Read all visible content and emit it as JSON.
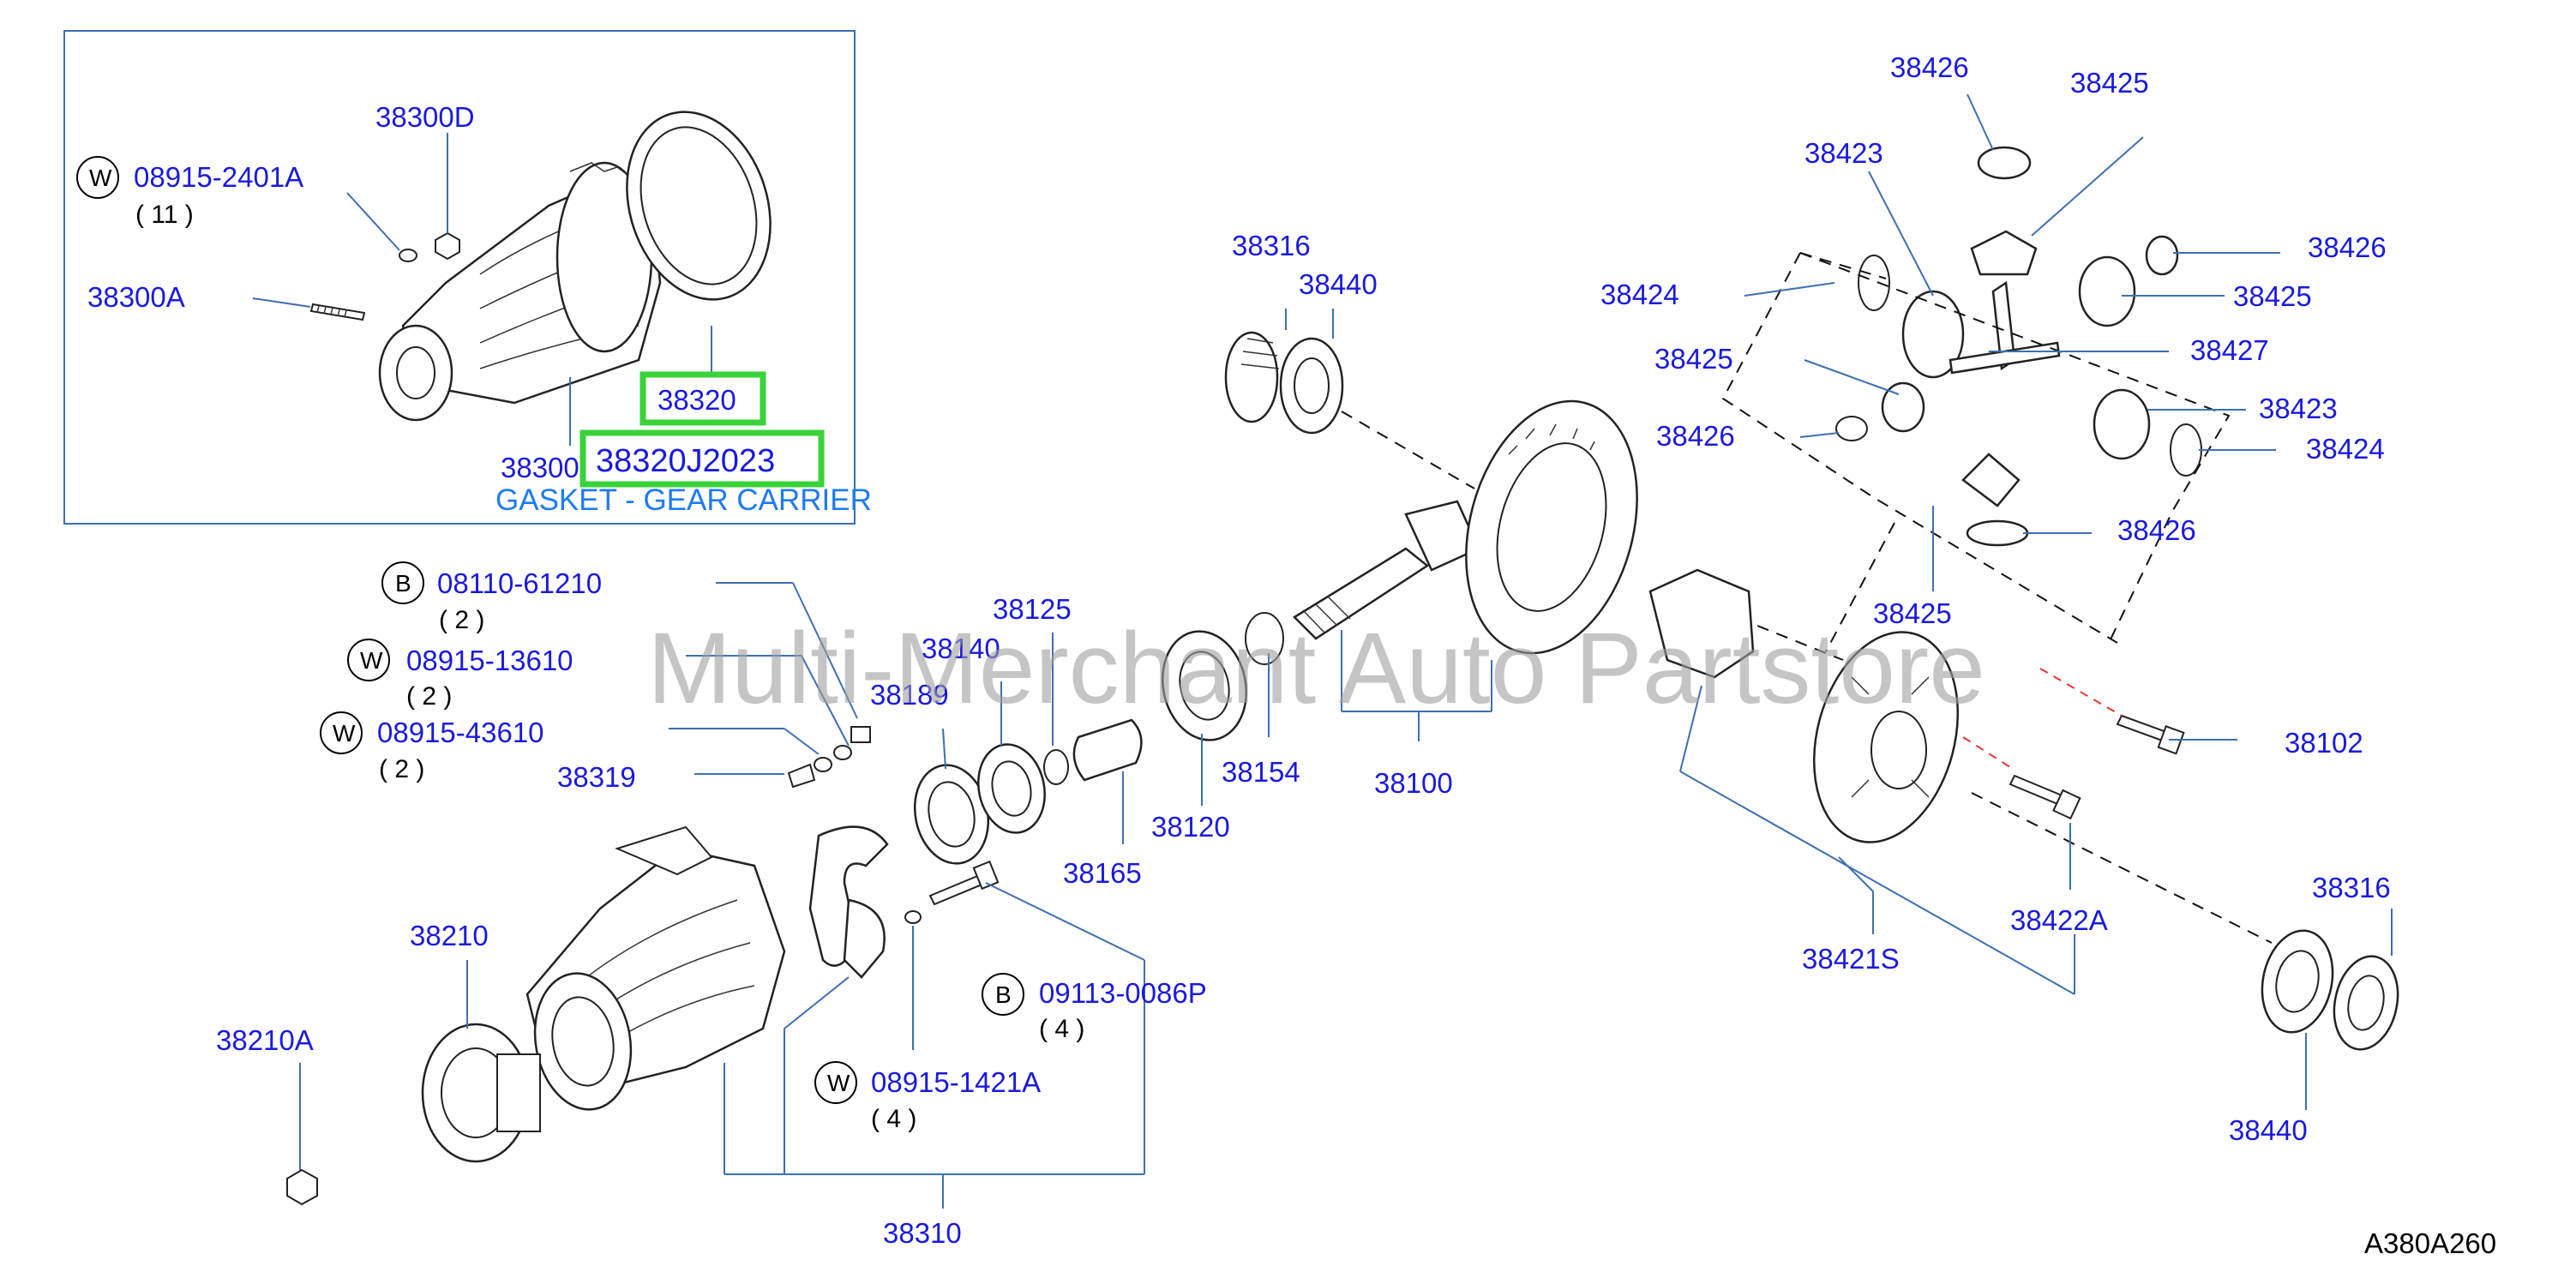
{
  "watermark": "Multi-Merchant Auto Partstore",
  "diagram_code": "A380A260",
  "highlight": {
    "part_number": "38320J2023",
    "description": "GASKET - GEAR CARRIER",
    "label": "38320"
  },
  "symbols": {
    "washer": "W",
    "bolt": "B"
  },
  "labels": {
    "l38300D": "38300D",
    "l089152401A": "08915-2401A",
    "q11": "( 11 )",
    "l38300A": "38300A",
    "l38300": "38300",
    "l0811061210": "08110-61210",
    "q2a": "( 2 )",
    "l0891513610": "08915-13610",
    "q2b": "( 2 )",
    "l0891543610": "08915-43610",
    "q2c": "( 2 )",
    "l38319": "38319",
    "l38189": "38189",
    "l38140": "38140",
    "l38125": "38125",
    "l38154": "38154",
    "l38120": "38120",
    "l38165": "38165",
    "l38100": "38100",
    "l38316a": "38316",
    "l38440a": "38440",
    "l38210": "38210",
    "l38210A": "38210A",
    "l091130086P": "09113-0086P",
    "q4a": "( 4 )",
    "l089151421A": "08915-1421A",
    "q4b": "( 4 )",
    "l38310": "38310",
    "l38426a": "38426",
    "l38425a": "38425",
    "l38423a": "38423",
    "l38426b": "38426",
    "l38424a": "38424",
    "l38425b": "38425",
    "l38425c": "38425",
    "l38427": "38427",
    "l38426c": "38426",
    "l38423b": "38423",
    "l38424b": "38424",
    "l38426d": "38426",
    "l38425d": "38425",
    "l38102": "38102",
    "l38422A": "38422A",
    "l38421S": "38421S",
    "l38316b": "38316",
    "l38440b": "38440"
  }
}
